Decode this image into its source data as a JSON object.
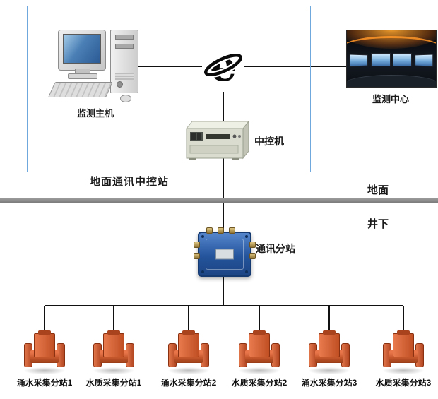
{
  "diagram_type": "system-topology",
  "surface_section": {
    "station_box_label": "地面通讯中控站",
    "monitor_host_label": "监测主机",
    "internet_icon": "internet-e-icon",
    "monitor_center_label": "监测中心",
    "central_controller_label": "中控机"
  },
  "boundary": {
    "surface_label": "地面",
    "underground_label": "井下"
  },
  "underground_section": {
    "comm_substation_label": "通讯分站",
    "devices": [
      {
        "label": "涌水采集分站1"
      },
      {
        "label": "水质采集分站1"
      },
      {
        "label": "涌水采集分站2"
      },
      {
        "label": "水质采集分站2"
      },
      {
        "label": "涌水采集分站3"
      },
      {
        "label": "水质采集分站3"
      }
    ]
  },
  "colors": {
    "wire": "#111111",
    "station_box_border": "#6fa8dc",
    "boundary_bar": "#8a8a8a",
    "substation_blue": "#2a5dab",
    "device_orange": "#c9512a",
    "background": "#ffffff"
  }
}
